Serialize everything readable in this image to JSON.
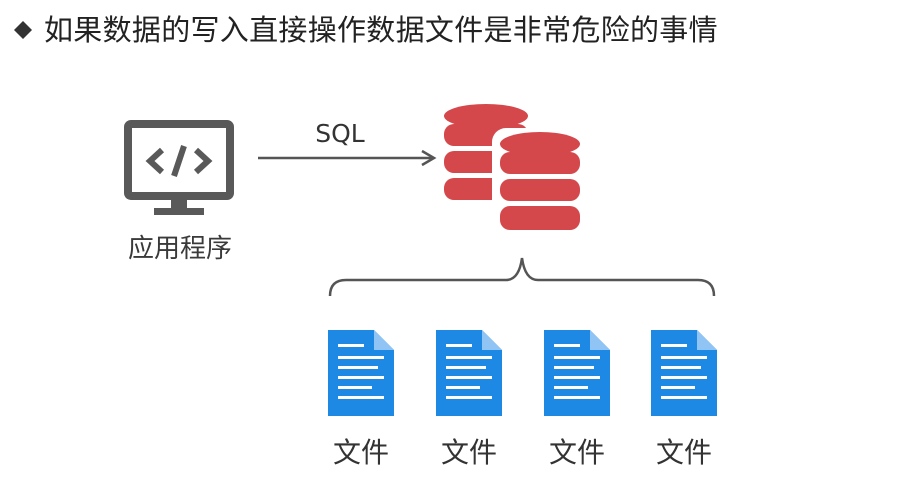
{
  "title": {
    "text": "如果数据的写入直接操作数据文件是非常危险的事情",
    "bullet_icon": "diamond-bullet-icon"
  },
  "diagram": {
    "app": {
      "label": "应用程序",
      "icon": "code-monitor-icon"
    },
    "connection": {
      "label": "SQL",
      "icon": "arrow-right-icon"
    },
    "database": {
      "icon": "database-stack-icon",
      "color": "#d4474b"
    },
    "brace": {
      "icon": "curly-brace-icon"
    },
    "files": [
      {
        "label": "文件",
        "icon": "document-icon"
      },
      {
        "label": "文件",
        "icon": "document-icon"
      },
      {
        "label": "文件",
        "icon": "document-icon"
      },
      {
        "label": "文件",
        "icon": "document-icon"
      }
    ],
    "colors": {
      "monitor": "#595959",
      "arrow": "#555555",
      "file_blue": "#1e88e5",
      "file_fold": "#90c4f5",
      "brace": "#555555",
      "bullet": "#333333"
    }
  }
}
